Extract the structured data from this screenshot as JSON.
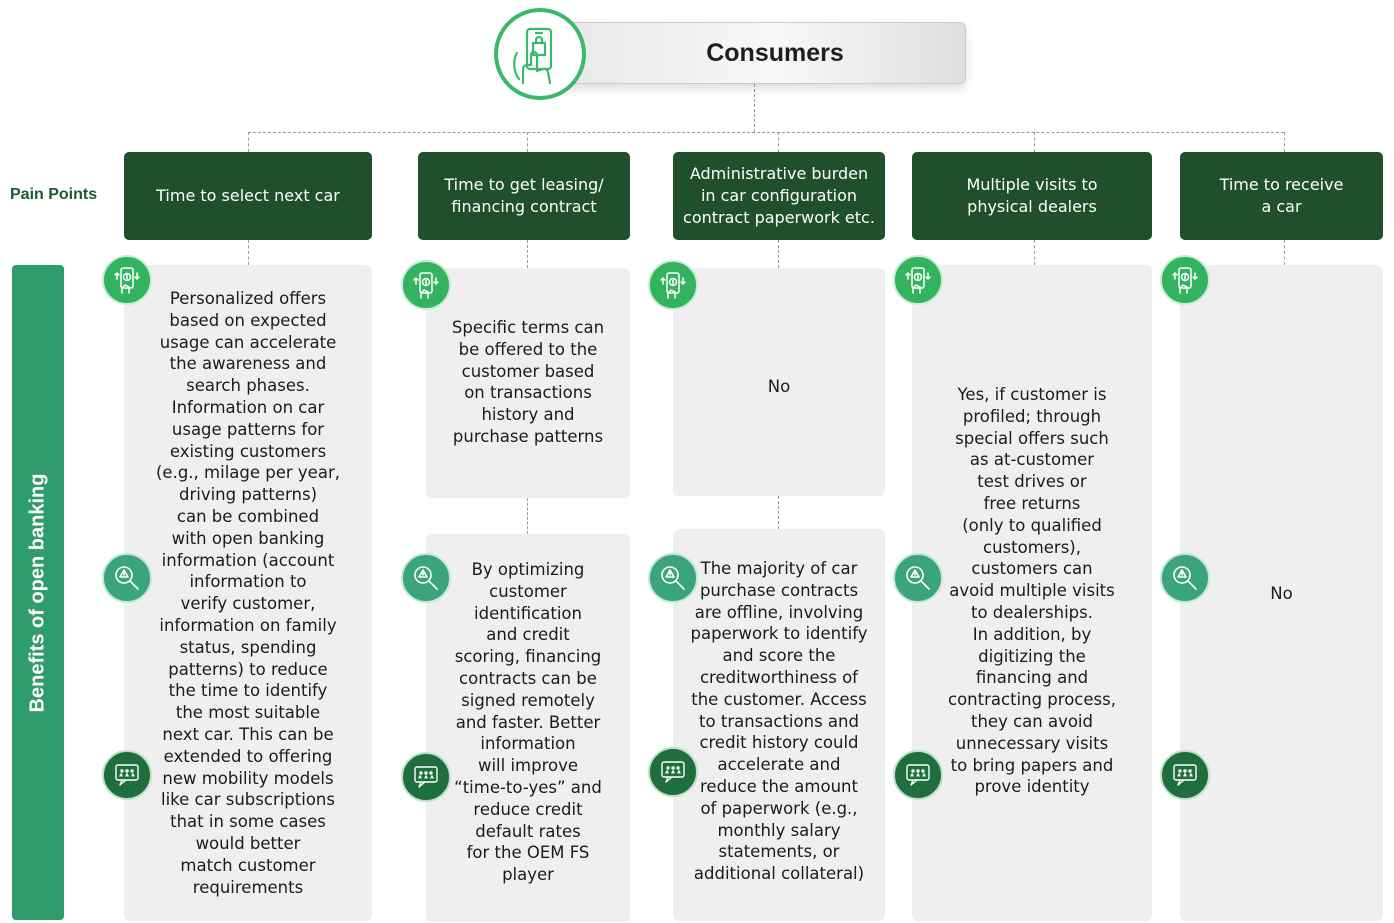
{
  "header": {
    "title": "Consumers",
    "icon": "phone-shopping-bag-icon"
  },
  "pain_points_label": "Pain Points",
  "side_label": "Benefits of open banking",
  "pain_points": [
    "Time to select next car",
    "Time to get leasing/\nfinancing contract",
    "Administrative burden\nin car configuration\ncontract paperwork etc.",
    "Multiple visits to\nphysical dealers",
    "Time to receive\na car"
  ],
  "benefits": {
    "col1": "Personalized offers\nbased on expected\nusage can accelerate\nthe awareness and\nsearch phases.\nInformation on car\nusage patterns for\nexisting customers\n(e.g., milage per year,\ndriving patterns)\ncan be combined\nwith open banking\ninformation (account\ninformation to\nverify customer,\ninformation on family\nstatus, spending\npatterns) to reduce\nthe time to identify\nthe most suitable\nnext car. This can be\nextended to offering\nnew mobility models\nlike car subscriptions\nthat in some cases\nwould better\nmatch customer\nrequirements",
    "col2_top": "Specific terms can\nbe offered to the\ncustomer based\non transactions\nhistory and\npurchase patterns",
    "col2_bottom": "By optimizing\ncustomer\nidentification\nand credit\nscoring, financing\ncontracts can be\nsigned remotely\nand faster. Better\ninformation\nwill improve\n“time-to-yes” and\nreduce credit\ndefault rates\nfor the OEM FS\nplayer",
    "col3_top": "No",
    "col3_bottom": "The majority of car\npurchase contracts\nare offline, involving\npaperwork to identify\nand score the\ncreditworthiness of\nthe customer. Access\nto transactions and\ncredit history could\naccelerate and\nreduce the amount\nof paperwork (e.g.,\nmonthly salary\nstatements, or\nadditional collateral)",
    "col4": "Yes, if customer is\nprofiled; through\nspecial offers such\nas at-customer\ntest drives or\nfree returns\n(only to qualified\ncustomers),\ncustomers can\navoid multiple visits\nto dealerships.\nIn addition, by\ndigitizing the\nfinancing and\ncontracting process,\nthey can avoid\nunnecessary visits\nto bring papers and\nprove identity",
    "col5": "No"
  },
  "icons": [
    "phone-dollar-icon",
    "magnifier-warning-icon",
    "review-stars-icon"
  ],
  "colors": {
    "dark_green": "#1f4f2b",
    "side_bar": "#2e9c6b",
    "panel_gray": "#efefef",
    "phone_icon": "#33b25f",
    "search_icon": "#3aa57a",
    "review_icon": "#1e6f3d"
  }
}
